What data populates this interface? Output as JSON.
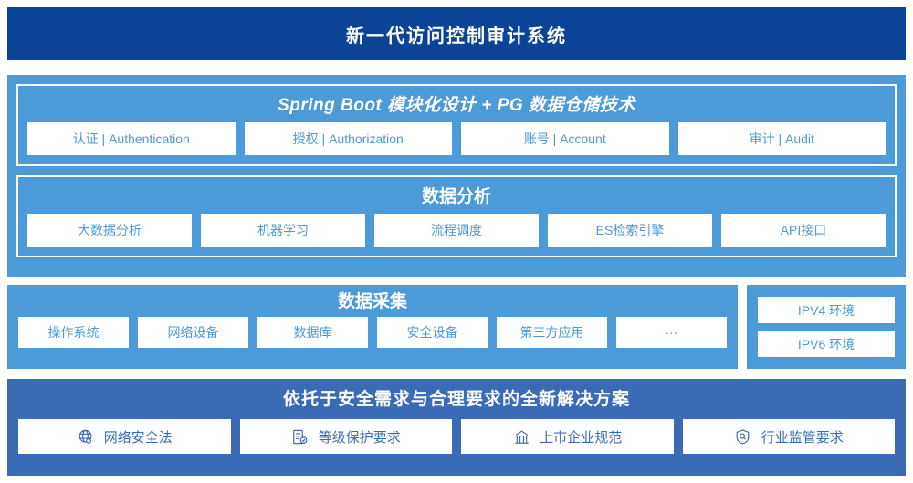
{
  "header": {
    "title": "新一代访问控制审计系统"
  },
  "platform": {
    "panels": [
      {
        "title": "Spring Boot 模块化设计 + PG 数据仓储技术",
        "items": [
          {
            "label": "认证 | Authentication"
          },
          {
            "label": "授权 | Authorization"
          },
          {
            "label": "账号 | Account"
          },
          {
            "label": "审计 | Audit"
          }
        ]
      },
      {
        "title": "数据分析",
        "items": [
          {
            "label": "大数据分析"
          },
          {
            "label": "机器学习"
          },
          {
            "label": "流程调度"
          },
          {
            "label": "ES检索引擎"
          },
          {
            "label": "API接口"
          }
        ]
      }
    ]
  },
  "collection": {
    "title": "数据采集",
    "items": [
      {
        "label": "操作系统"
      },
      {
        "label": "网络设备"
      },
      {
        "label": "数据库"
      },
      {
        "label": "安全设备"
      },
      {
        "label": "第三方应用"
      },
      {
        "label": "···"
      }
    ]
  },
  "environments": {
    "items": [
      {
        "label": "IPV4 环境"
      },
      {
        "label": "IPV6 环境"
      }
    ]
  },
  "compliance": {
    "title": "依托于安全需求与合理要求的全新解决方案",
    "items": [
      {
        "label": "网络安全法",
        "icon": "globe-icon"
      },
      {
        "label": "等级保护要求",
        "icon": "document-check-icon"
      },
      {
        "label": "上市企业规范",
        "icon": "bank-building-icon"
      },
      {
        "label": "行业监管要求",
        "icon": "shield-search-icon"
      }
    ]
  },
  "colors": {
    "header_blue": "#0b4496",
    "platform_blue": "#4d9ad8",
    "compliance_blue": "#3a6cb5",
    "chip_white": "#ffffff"
  }
}
